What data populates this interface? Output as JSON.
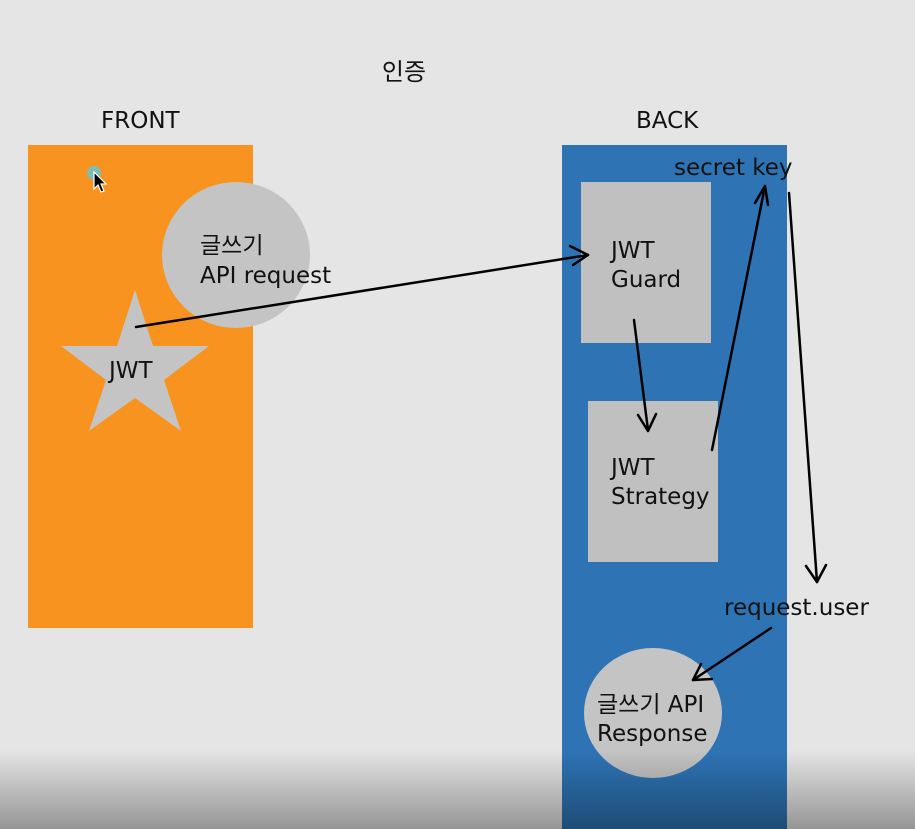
{
  "title": "인증",
  "front": {
    "label": "FRONT"
  },
  "back": {
    "label": "BACK"
  },
  "nodes": {
    "api_request": {
      "line1": "글쓰기",
      "line2": "API request"
    },
    "jwt_star": {
      "label": "JWT"
    },
    "jwt_guard": {
      "line1": "JWT",
      "line2": "Guard"
    },
    "jwt_strategy": {
      "line1": "JWT",
      "line2": "Strategy"
    },
    "secret_key": {
      "label": "secret key"
    },
    "request_user": {
      "label": "request.user"
    },
    "api_response": {
      "line1": "글쓰기 API",
      "line2": "Response"
    }
  },
  "colors": {
    "background": "#e5e5e5",
    "front_panel": "#f7931e",
    "back_panel": "#2e74b5",
    "node_fill": "#c0c0c0",
    "arrow": "#000000"
  },
  "icons": {
    "cursor": "mouse-pointer-icon"
  }
}
